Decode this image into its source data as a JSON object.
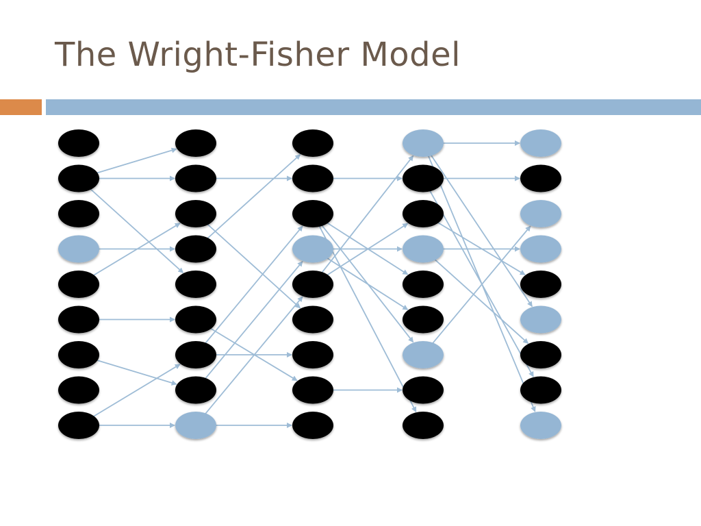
{
  "slide": {
    "title": "The Wright-Fisher Model"
  },
  "colors": {
    "title": "#6b5a4c",
    "accent_orange": "#dc8a4a",
    "accent_blue": "#95b6d4",
    "individual_black": "#000000",
    "individual_blue": "#95b6d4",
    "arrow": "#9ebcd6"
  },
  "diagram": {
    "generations": [
      [
        "black",
        "black",
        "black",
        "blue",
        "black",
        "black",
        "black",
        "black",
        "black"
      ],
      [
        "black",
        "black",
        "black",
        "black",
        "black",
        "black",
        "black",
        "black",
        "blue"
      ],
      [
        "black",
        "black",
        "black",
        "blue",
        "black",
        "black",
        "black",
        "black",
        "black"
      ],
      [
        "blue",
        "black",
        "black",
        "blue",
        "black",
        "black",
        "blue",
        "black",
        "black"
      ],
      [
        "blue",
        "black",
        "blue",
        "blue",
        "black",
        "blue",
        "black",
        "black",
        "blue"
      ]
    ],
    "lineages": [
      [
        [
          1,
          0
        ],
        [
          1,
          1
        ],
        [
          4,
          2
        ],
        [
          3,
          3
        ],
        [
          1,
          4
        ],
        [
          5,
          5
        ],
        [
          8,
          6
        ],
        [
          6,
          7
        ],
        [
          8,
          8
        ]
      ],
      [
        [
          3,
          0
        ],
        [
          1,
          1
        ],
        [
          6,
          2
        ],
        [
          7,
          3
        ],
        [
          8,
          4
        ],
        [
          2,
          5
        ],
        [
          6,
          6
        ],
        [
          5,
          7
        ],
        [
          8,
          8
        ]
      ],
      [
        [
          4,
          0
        ],
        [
          1,
          1
        ],
        [
          4,
          2
        ],
        [
          3,
          3
        ],
        [
          2,
          4
        ],
        [
          3,
          5
        ],
        [
          2,
          6
        ],
        [
          7,
          7
        ],
        [
          2,
          8
        ]
      ],
      [
        [
          0,
          0
        ],
        [
          1,
          1
        ],
        [
          6,
          2
        ],
        [
          3,
          3
        ],
        [
          2,
          4
        ],
        [
          0,
          5
        ],
        [
          3,
          6
        ],
        [
          1,
          7
        ],
        [
          0,
          8
        ]
      ]
    ]
  }
}
